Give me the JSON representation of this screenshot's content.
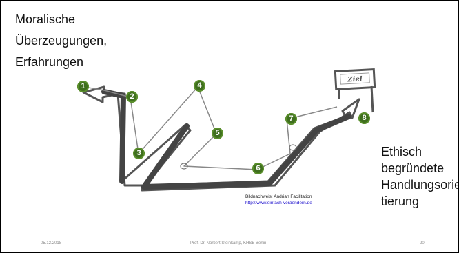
{
  "title_lines": [
    "Moralische",
    "Überzeugungen,",
    "Erfahrungen"
  ],
  "sign_text": "Ziel",
  "markers": [
    "1",
    "2",
    "3",
    "4",
    "5",
    "6",
    "7",
    "8"
  ],
  "goal_lines": [
    "Ethisch",
    "begründete",
    "Handlungsorien-",
    "tierung"
  ],
  "credit": {
    "label": "Bildnachweis: Andrian Facilitation",
    "url": "http://www.einfach-veraendern.de"
  },
  "footer": {
    "date": "05.12.2018",
    "author": "Prof. Dr. Norbert Steinkamp, KHSB Berlin",
    "page": "20"
  },
  "colors": {
    "marker": "#3f6f1e",
    "arrow": "#555555",
    "link": "#1a0dcc"
  }
}
